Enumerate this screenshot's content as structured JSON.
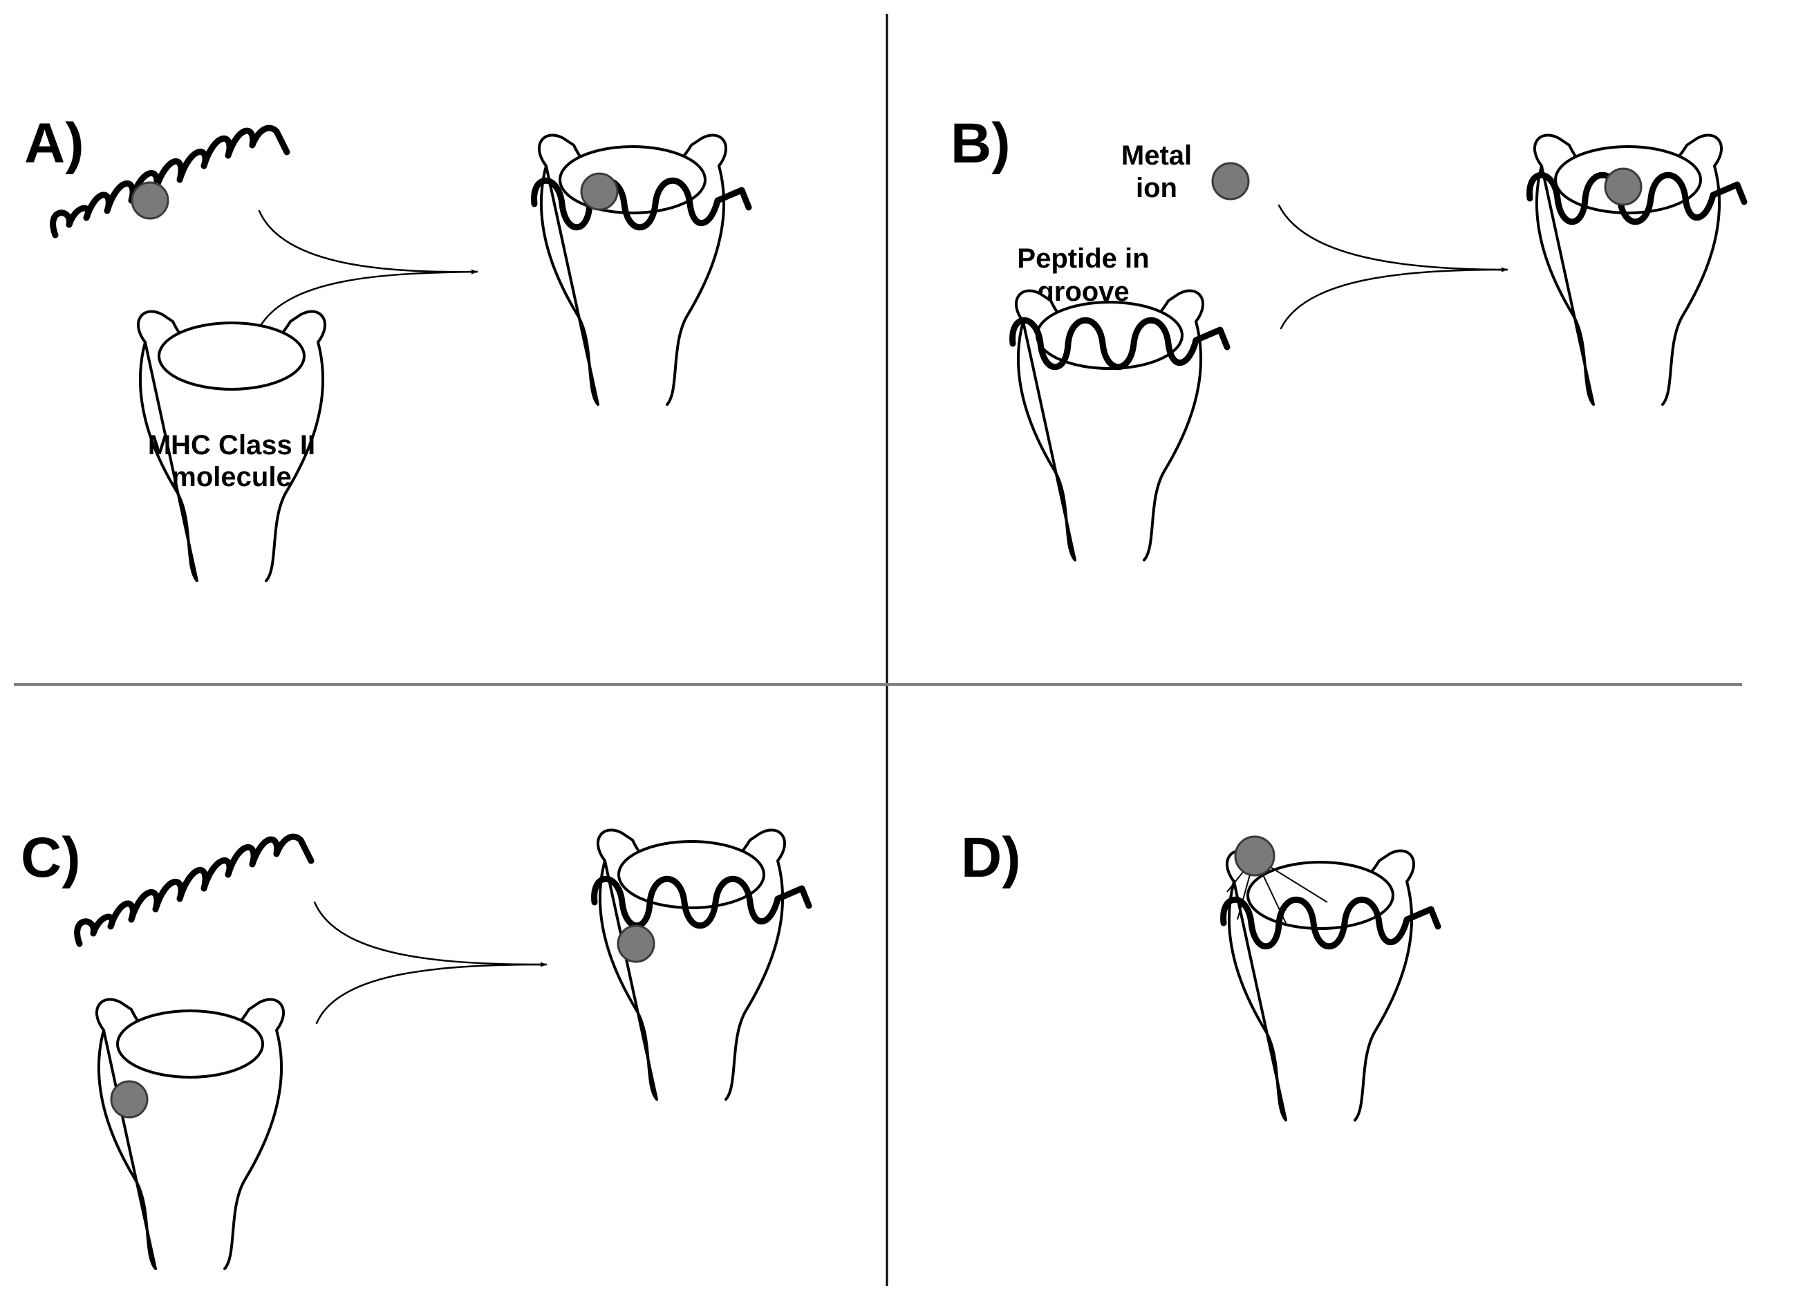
{
  "figure": {
    "panels": [
      {
        "letter": "A)"
      },
      {
        "letter": "B)"
      },
      {
        "letter": "C)"
      },
      {
        "letter": "D)"
      }
    ],
    "labels": {
      "mhc_line1": "MHC Class II",
      "mhc_line2": "molecule",
      "metal_line1": "Metal",
      "metal_line2": "ion",
      "peptide_line1": "Peptide in",
      "peptide_line2": "groove"
    },
    "colors": {
      "metal_ion": "#7a7a7a",
      "metal_ion_stroke": "#3a3a3a",
      "line": "#000000",
      "horizontal_divider": "#808080"
    }
  }
}
